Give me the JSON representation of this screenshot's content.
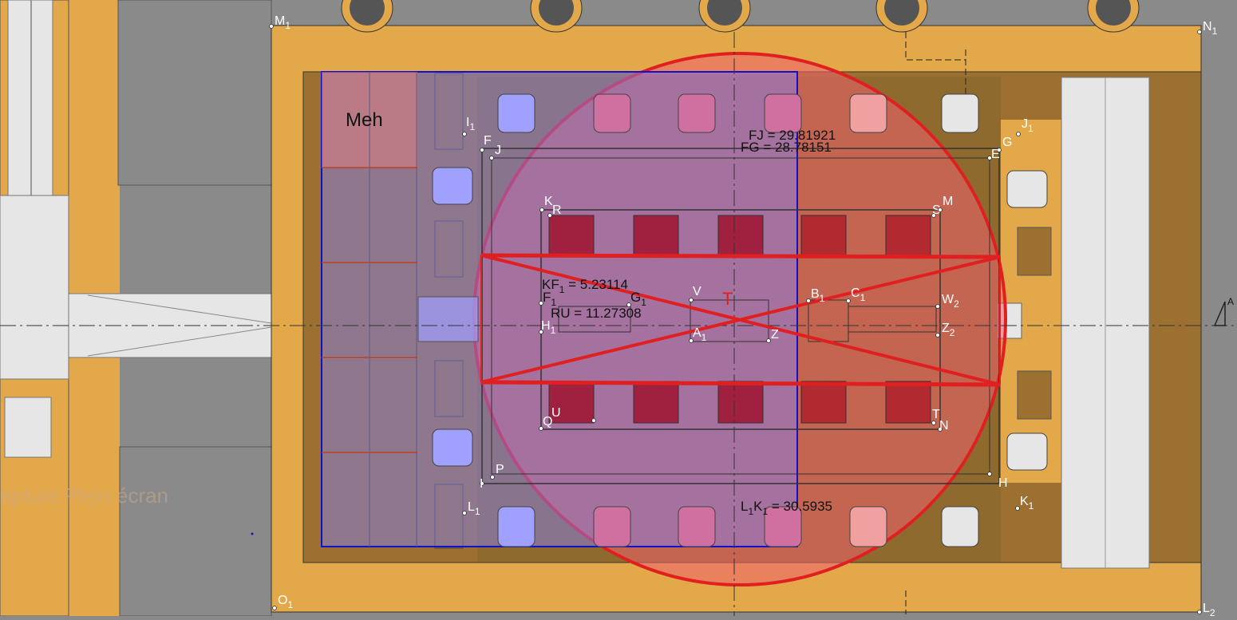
{
  "zone_label": "Meh",
  "center_label": "T",
  "watermark": "apture Plein écran",
  "side_marker": "A",
  "colors": {
    "floor": "#e3a84a",
    "dark_floor": "#9b7030",
    "gray": "#8a8a8a",
    "blue_overlay": "#8080ff",
    "red_circle": "#e02020",
    "pink_fill": "#f06070"
  },
  "measurements": [
    {
      "main": "FJ",
      "sub": "",
      "value": " = 29.81921"
    },
    {
      "main": "FG",
      "sub": "",
      "value": " = 28.78151"
    },
    {
      "main": "KF",
      "sub": "1",
      "value": " = 5.23114"
    },
    {
      "main": "RU",
      "sub": "",
      "value": " = 11.27308"
    },
    {
      "main": "L",
      "sub": "1",
      "main2": "K",
      "sub2": "1",
      "value": " = 30.5935"
    }
  ],
  "points": [
    {
      "name": "M",
      "sub": "1"
    },
    {
      "name": "N",
      "sub": "1"
    },
    {
      "name": "O",
      "sub": "1"
    },
    {
      "name": "L",
      "sub": "2"
    },
    {
      "name": "I",
      "sub": "1"
    },
    {
      "name": "J",
      "sub": "1"
    },
    {
      "name": "F",
      "sub": ""
    },
    {
      "name": "J",
      "sub": ""
    },
    {
      "name": "G",
      "sub": ""
    },
    {
      "name": "E",
      "sub": ""
    },
    {
      "name": "K",
      "sub": ""
    },
    {
      "name": "R",
      "sub": ""
    },
    {
      "name": "S",
      "sub": ""
    },
    {
      "name": "M",
      "sub": ""
    },
    {
      "name": "F",
      "sub": "1"
    },
    {
      "name": "G",
      "sub": "1"
    },
    {
      "name": "H",
      "sub": "1"
    },
    {
      "name": "V",
      "sub": ""
    },
    {
      "name": "A",
      "sub": "1"
    },
    {
      "name": "Z",
      "sub": ""
    },
    {
      "name": "B",
      "sub": "1"
    },
    {
      "name": "C",
      "sub": "1"
    },
    {
      "name": "W",
      "sub": "2"
    },
    {
      "name": "Z",
      "sub": "2"
    },
    {
      "name": "Q",
      "sub": ""
    },
    {
      "name": "U",
      "sub": ""
    },
    {
      "name": "T",
      "sub": ""
    },
    {
      "name": "N",
      "sub": ""
    },
    {
      "name": "P",
      "sub": ""
    },
    {
      "name": "I",
      "sub": ""
    },
    {
      "name": "H",
      "sub": ""
    },
    {
      "name": "L",
      "sub": "1"
    },
    {
      "name": "K",
      "sub": "1"
    }
  ]
}
